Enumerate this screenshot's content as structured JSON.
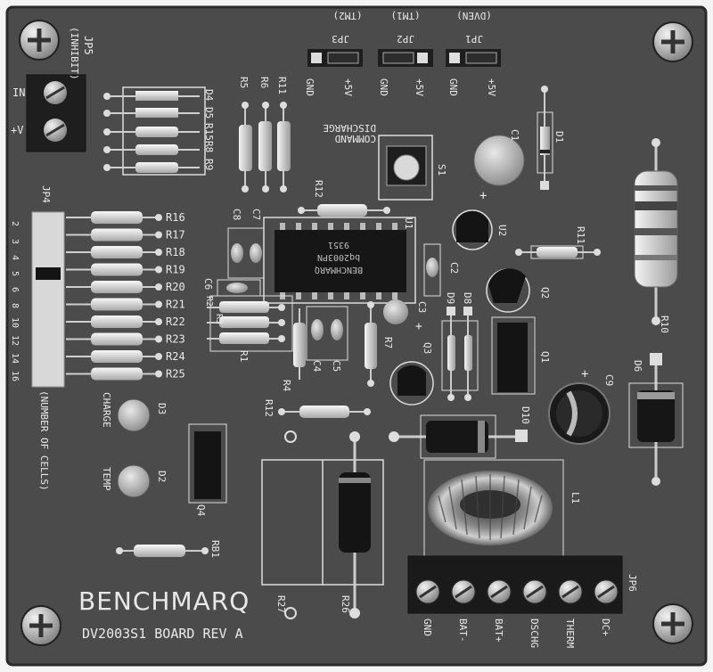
{
  "board": {
    "brand": "BENCHMARQ",
    "model_line": "DV2003S1 BOARD   REV A"
  },
  "jumpers": {
    "jp5": {
      "ref": "JP5",
      "func": "(INHIBIT)",
      "pin_top": "IN",
      "pin_bottom": "+V"
    },
    "jp3": {
      "ref": "JP3",
      "func": "(TM2)",
      "gnd": "GND",
      "plus": "+5V"
    },
    "jp2": {
      "ref": "JP2",
      "func": "(TM1)",
      "gnd": "GND",
      "plus": "+5V"
    },
    "jp1": {
      "ref": "JP1",
      "func": "(DVEN)",
      "gnd": "GND",
      "plus": "+5V"
    },
    "jp4": {
      "ref": "JP4",
      "func": "(NUMBER OF CELLS)",
      "cells": [
        "2",
        "3",
        "4",
        "5",
        "6",
        "8",
        "10",
        "12",
        "14",
        "16"
      ]
    }
  },
  "ic": {
    "ref": "U1",
    "brand": "BENCHMARQ",
    "part": "bq2003PN",
    "date": "9351"
  },
  "switch": {
    "ref": "S1",
    "label_line1": "DISCHARGE",
    "label_line2": "COMMAND"
  },
  "leds": {
    "charge": "CHARGE",
    "d3": "D3",
    "temp": "TEMP",
    "d2": "D2"
  },
  "connector": {
    "ref": "JP6",
    "pins": [
      "GND",
      "BAT-",
      "BAT+",
      "DSCHG",
      "THERM",
      "DC+"
    ]
  },
  "refs": {
    "top_left_res": [
      "D4",
      "D5",
      "R15",
      "R8",
      "R9"
    ],
    "r5": "R5",
    "r6": "R6",
    "r11t": "R11",
    "c1": "C1",
    "d1": "D1",
    "u2": "U2",
    "r11": "R11",
    "c2": "C2",
    "q2": "Q2",
    "r10": "R10",
    "r12": "R12",
    "c8": "C8",
    "c7": "C7",
    "c6": "C6",
    "c3": "C3",
    "d9": "D9",
    "d8": "D8",
    "q1": "Q1",
    "r7": "R7",
    "q3": "Q3",
    "c4": "C4",
    "c5": "C5",
    "r4": "R4",
    "r1": "R1",
    "r2": "R2",
    "r3": "R3",
    "d6": "D6",
    "c9": "C9",
    "d10": "D10",
    "r12b": "R12",
    "q4": "Q4",
    "l1": "L1",
    "rb1": "RB1",
    "r27": "R27",
    "r26": "R26",
    "jp4_res": [
      "R16",
      "R17",
      "R18",
      "R19",
      "R20",
      "R21",
      "R22",
      "R23",
      "R24",
      "R25"
    ]
  }
}
